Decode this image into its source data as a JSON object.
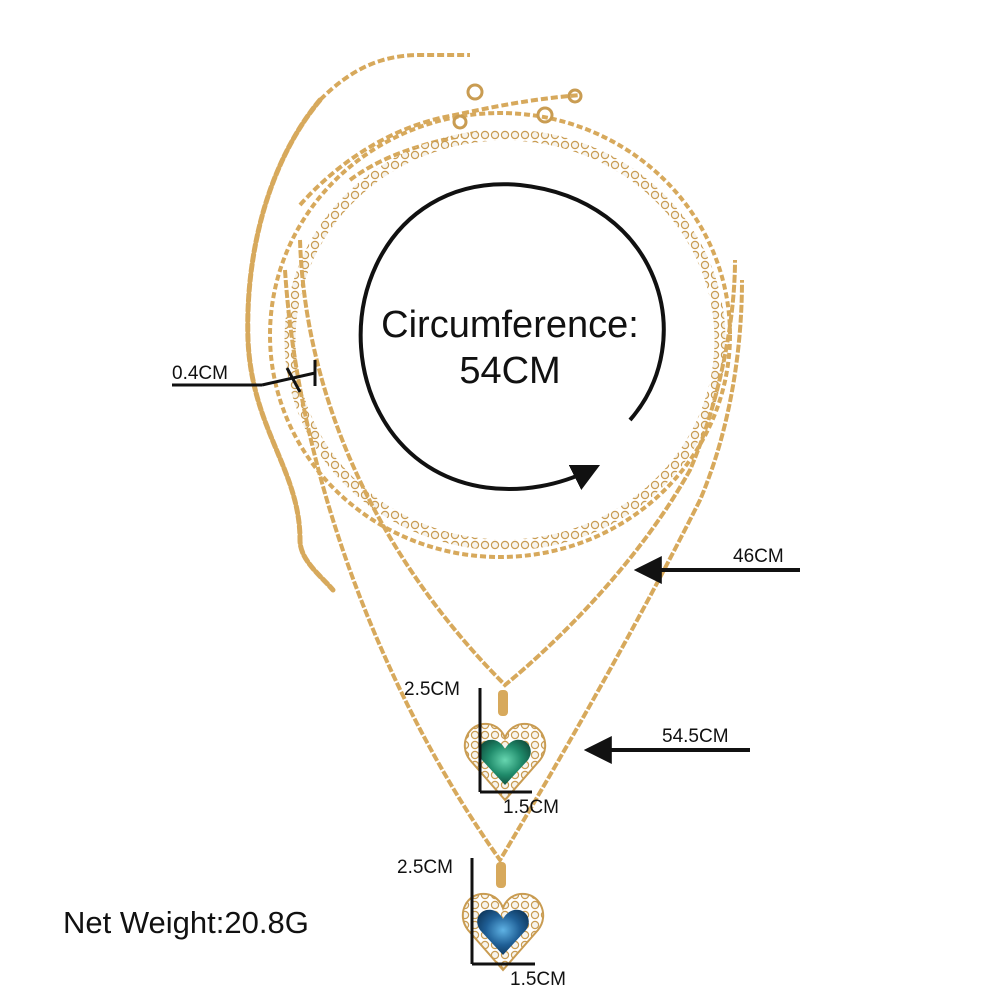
{
  "annotations": {
    "circumference_title": "Circumference:",
    "circumference_value": "54CM",
    "chain_width": "0.4CM",
    "length_short": "46CM",
    "length_long": "54.5CM",
    "pendant_upper_height": "2.5CM",
    "pendant_upper_width": "1.5CM",
    "pendant_lower_height": "2.5CM",
    "pendant_lower_width": "1.5CM",
    "net_weight": "Net Weight:20.8G"
  },
  "colors": {
    "gold_chain": "#d7a95c",
    "gold_dark": "#b98a3e",
    "rhinestone": "#f4f1ea",
    "emerald": "#1f8a6a",
    "sapphire": "#1f5f96",
    "ink": "#111111"
  }
}
